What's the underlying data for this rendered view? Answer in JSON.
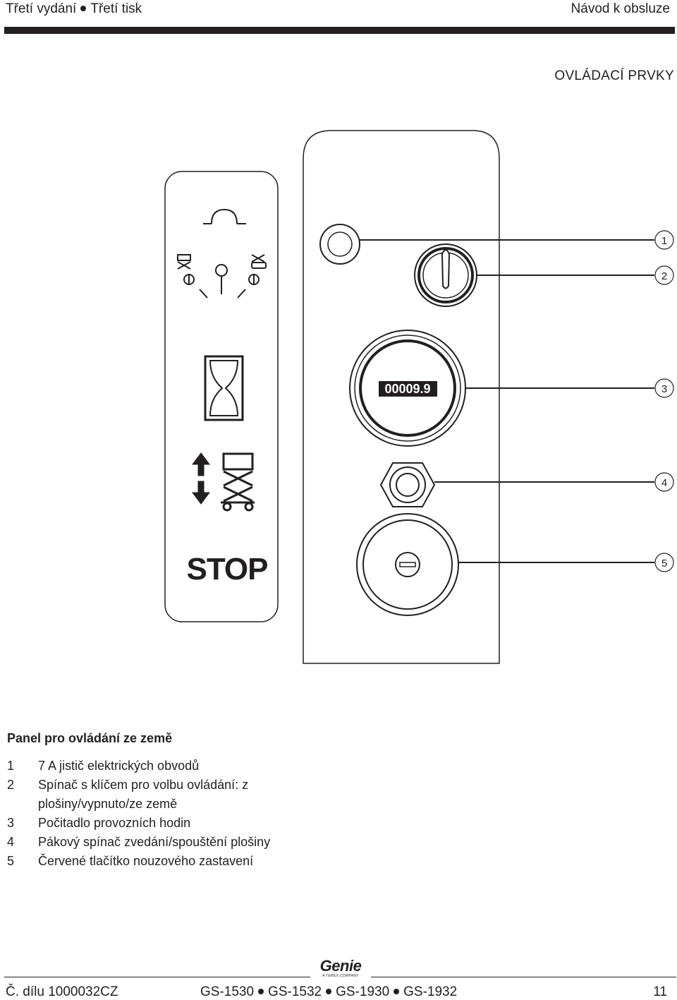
{
  "header": {
    "edition": "Třetí vydání",
    "printing": "Třetí tisk",
    "manual": "Návod k obsluze"
  },
  "section_title": "OVLÁDACÍ PRVKY",
  "panel": {
    "stop_label": "STOP",
    "hour_meter_value": "00009.9",
    "callouts": [
      "1",
      "2",
      "3",
      "4",
      "5"
    ]
  },
  "caption": {
    "title": "Panel pro ovládání ze země",
    "items": [
      {
        "num": "1",
        "text": "7 A jistič elektrických obvodů"
      },
      {
        "num": "2",
        "text": "Spínač s klíčem pro volbu ovládání: z plošiny/vypnuto/ze země"
      },
      {
        "num": "3",
        "text": "Počitadlo provozních hodin"
      },
      {
        "num": "4",
        "text": "Pákový spínač zvedání/spouštění plošiny"
      },
      {
        "num": "5",
        "text": "Červené tlačítko nouzového zastavení"
      }
    ]
  },
  "footer": {
    "part_number": "Č. dílu 1000032CZ",
    "models": [
      "GS-1530",
      "GS-1532",
      "GS-1930",
      "GS-1932"
    ],
    "page": "11",
    "logo_word": "Genie",
    "logo_sub": "A TEREX COMPANY"
  }
}
